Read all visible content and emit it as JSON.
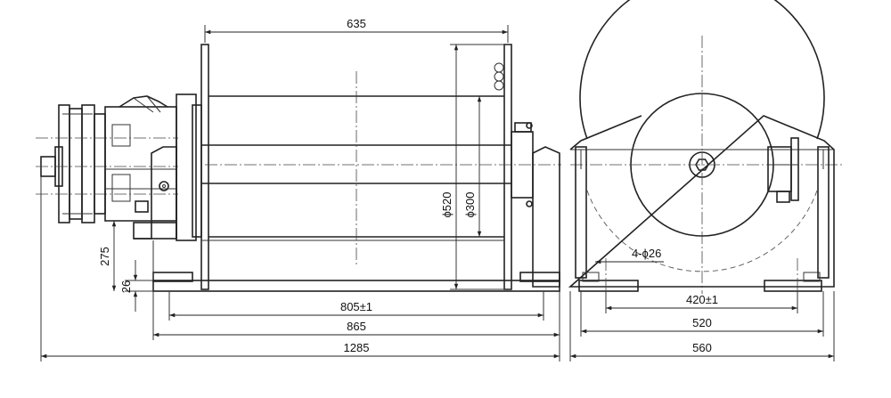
{
  "dimensions": {
    "top_width": "635",
    "drum_outer_dia": "ϕ520",
    "drum_inner_dia": "ϕ300",
    "center_height": "275",
    "base_thickness": "26",
    "hole_spacing_long": "805±1",
    "base_length": "865",
    "overall_length": "1285",
    "mount_holes": "4-ϕ26",
    "hole_spacing_side": "420±1",
    "side_width_inner": "520",
    "side_width_overall": "560"
  },
  "colors": {
    "line": "#222222",
    "background": "#ffffff"
  }
}
